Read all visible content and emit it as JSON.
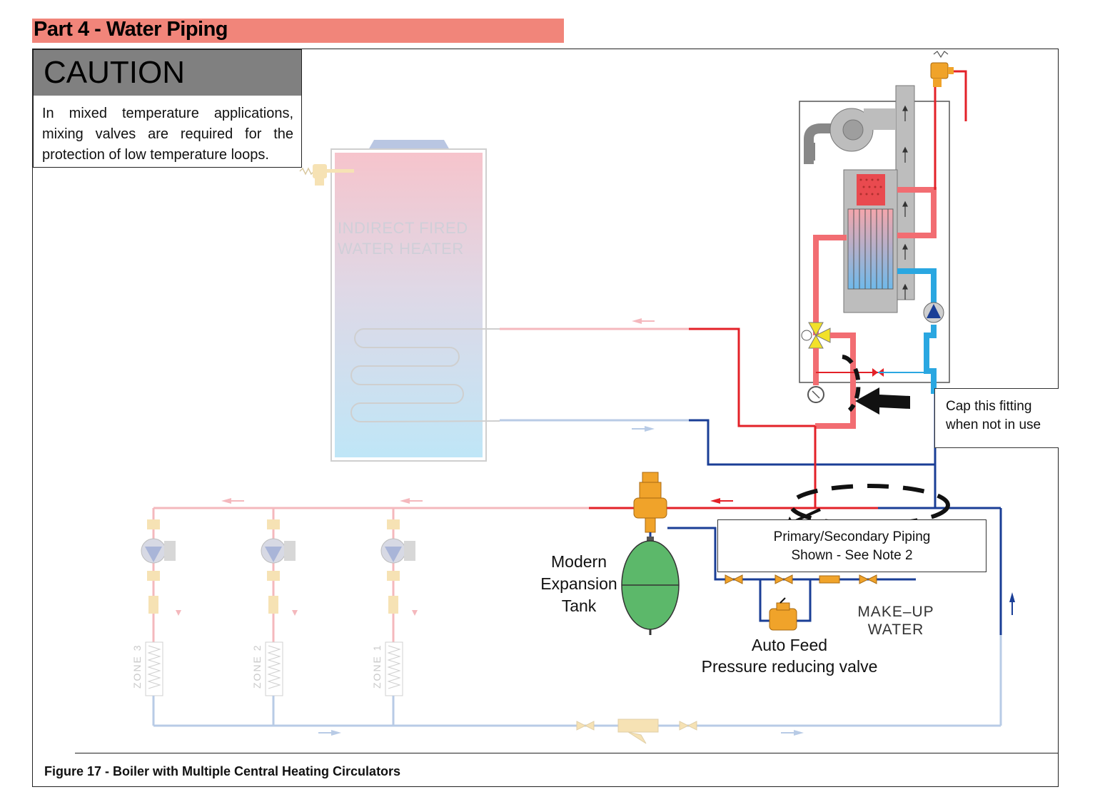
{
  "header": {
    "title": "Part 4 - Water Piping"
  },
  "caution": {
    "heading": "CAUTION",
    "text": "In mixed temperature applications, mixing valves are required for the protection of low temperature loops."
  },
  "labels": {
    "water_heater_line1": "INDIRECT FIRED",
    "water_heater_line2": "WATER HEATER",
    "cap_fitting_line1": "Cap this fitting",
    "cap_fitting_line2": "when not in use",
    "primary_secondary": "Primary/Secondary Piping Shown - See Note 2",
    "expansion_line1": "Modern",
    "expansion_line2": "Expansion",
    "expansion_line3": "Tank",
    "auto_feed_line1": "Auto Feed",
    "auto_feed_line2": "Pressure reducing valve",
    "makeup_line1": "MAKE–UP",
    "makeup_line2": "WATER",
    "zone1": "ZONE 1",
    "zone2": "ZONE 2",
    "zone3": "ZONE 3"
  },
  "caption": "Figure 17 - Boiler with Multiple Central Heating Circulators",
  "colors": {
    "header_bar": "#f1857a",
    "caution_head": "#808080",
    "supply_red": "#e32128",
    "return_blue": "#1a3e96",
    "boiler_blue": "#2aa7e1",
    "faded_red": "#f4b8bd",
    "faded_blue": "#b8cbe6",
    "expansion_tank": "#5cb86a",
    "valve_orange": "#f0a32a"
  }
}
